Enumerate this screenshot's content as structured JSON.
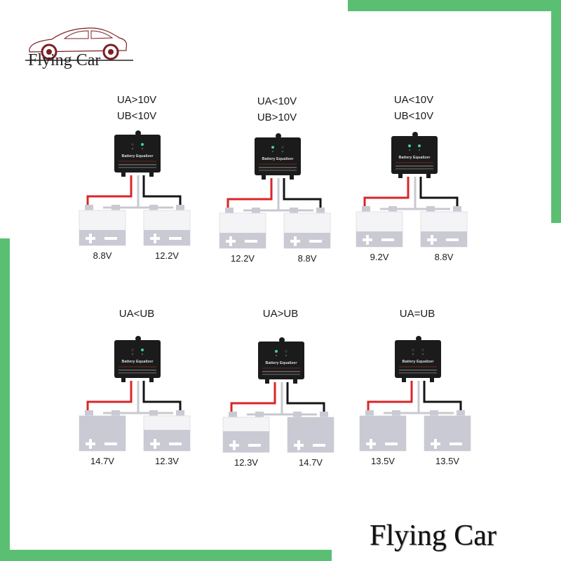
{
  "brand": {
    "logo_text": "Flying Car",
    "footer_text": "Flying Car",
    "accent_color": "#5bbf73"
  },
  "device": {
    "label": "Battery Equalizer"
  },
  "colors": {
    "positive_wire": "#d9262a",
    "negative_wire": "#151515",
    "link_wire": "#c8c8d0",
    "battery_fill": "#c9cad3",
    "battery_empty": "#f4f4f6",
    "led_on": "#3fd48a",
    "device_body": "#1b1b1b"
  },
  "panels": [
    {
      "id": "p1",
      "conditions": [
        "UA>10V",
        "UB<10V"
      ],
      "left": {
        "voltage": "8.8V",
        "level": "low"
      },
      "right": {
        "voltage": "12.2V",
        "level": "low"
      },
      "leds": [
        "off",
        "on"
      ]
    },
    {
      "id": "p2",
      "conditions": [
        "UA<10V",
        "UB>10V"
      ],
      "left": {
        "voltage": "12.2V",
        "level": "low"
      },
      "right": {
        "voltage": "8.8V",
        "level": "low"
      },
      "leds": [
        "on",
        "off"
      ]
    },
    {
      "id": "p3",
      "conditions": [
        "UA<10V",
        "UB<10V"
      ],
      "left": {
        "voltage": "9.2V",
        "level": "low"
      },
      "right": {
        "voltage": "8.8V",
        "level": "low"
      },
      "leds": [
        "on",
        "on"
      ]
    },
    {
      "id": "p4",
      "conditions": [
        "UA<UB"
      ],
      "left": {
        "voltage": "14.7V",
        "level": "full"
      },
      "right": {
        "voltage": "12.3V",
        "level": "mid"
      },
      "leds": [
        "off",
        "on"
      ]
    },
    {
      "id": "p5",
      "conditions": [
        "UA>UB"
      ],
      "left": {
        "voltage": "12.3V",
        "level": "mid"
      },
      "right": {
        "voltage": "14.7V",
        "level": "full"
      },
      "leds": [
        "on",
        "off"
      ]
    },
    {
      "id": "p6",
      "conditions": [
        "UA=UB"
      ],
      "left": {
        "voltage": "13.5V",
        "level": "full"
      },
      "right": {
        "voltage": "13.5V",
        "level": "full"
      },
      "leds": [
        "off",
        "off"
      ]
    }
  ]
}
